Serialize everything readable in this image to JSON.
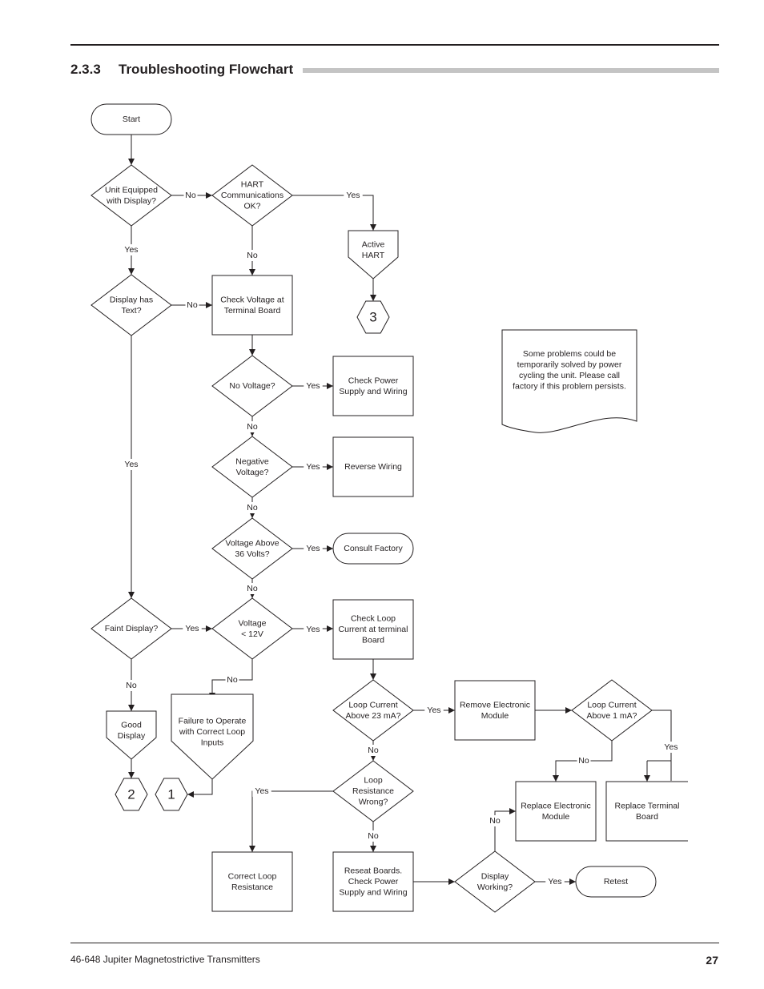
{
  "section": {
    "number": "2.3.3",
    "title": "Troubleshooting Flowchart"
  },
  "nodes": {
    "start": "Start",
    "unit_equipped": [
      "Unit Equipped",
      "with Display?"
    ],
    "hart_ok": [
      "HART",
      "Communications",
      "OK?"
    ],
    "active_hart": [
      "Active",
      "HART"
    ],
    "conn3": "3",
    "display_text": [
      "Display has",
      "Text?"
    ],
    "check_voltage": [
      "Check Voltage at",
      "Terminal Board"
    ],
    "no_voltage": [
      "No Voltage?"
    ],
    "check_power": [
      "Check Power",
      "Supply and Wiring"
    ],
    "neg_voltage": [
      "Negative",
      "Voltage?"
    ],
    "reverse_wiring": [
      "Reverse Wiring"
    ],
    "voltage_above": [
      "Voltage Above",
      "36 Volts?"
    ],
    "consult_factory": "Consult Factory",
    "faint_display": [
      "Faint Display?"
    ],
    "voltage_lt12": [
      "Voltage",
      "< 12V"
    ],
    "check_loop": [
      "Check Loop",
      "Current at terminal",
      "Board"
    ],
    "good_display": [
      "Good",
      "Display"
    ],
    "failure_operate": [
      "Failure to Operate",
      "with Correct Loop",
      "Inputs"
    ],
    "conn2": "2",
    "conn1": "1",
    "loop_above23": [
      "Loop Current",
      "Above 23 mA?"
    ],
    "remove_module": [
      "Remove Electronic",
      "Module"
    ],
    "loop_above1": [
      "Loop Current",
      "Above 1 mA?"
    ],
    "loop_resistance": [
      "Loop",
      "Resistance",
      "Wrong?"
    ],
    "replace_module": [
      "Replace Electronic",
      "Module"
    ],
    "replace_terminal": [
      "Replace Terminal",
      "Board"
    ],
    "correct_loop": [
      "Correct Loop",
      "Resistance"
    ],
    "reseat_boards": [
      "Reseat Boards.",
      "Check Power",
      "Supply and Wiring"
    ],
    "display_working": [
      "Display",
      "Working?"
    ],
    "retest": "Retest",
    "note": [
      "Some problems could be",
      "temporarily solved by power",
      "cycling the unit.  Please call",
      "factory if this problem persists."
    ]
  },
  "edge_labels": {
    "yes": "Yes",
    "no": "No"
  },
  "footer": {
    "document": "46-648 Jupiter Magnetostrictive Transmitters",
    "page": "27"
  }
}
